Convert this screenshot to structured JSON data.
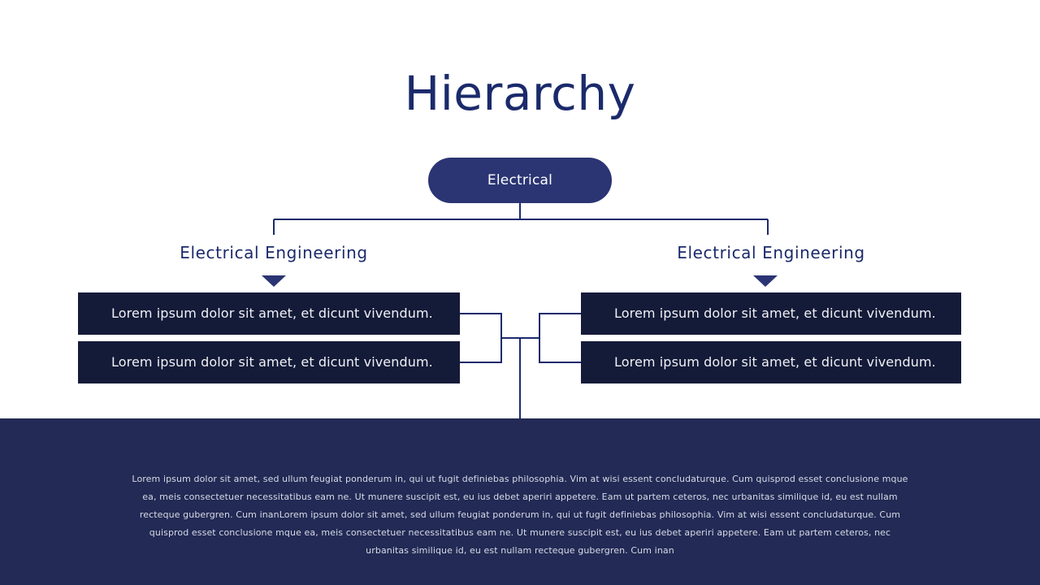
{
  "slide": {
    "title": "Hierarchy",
    "background": "#ffffff",
    "accent_color": "#1b2a6b",
    "node_color": "#2b3573",
    "box_color": "#141b38",
    "footer_color": "#222a55"
  },
  "root": {
    "label": "Electrical"
  },
  "branches": [
    {
      "label": "Electrical Engineering",
      "marker": "triangle-down-icon",
      "items": [
        {
          "text": "Lorem ipsum dolor sit amet, et dicunt vivendum."
        },
        {
          "text": "Lorem ipsum dolor sit amet, et dicunt vivendum."
        }
      ]
    },
    {
      "label": "Electrical Engineering",
      "marker": "triangle-down-icon",
      "items": [
        {
          "text": "Lorem ipsum dolor sit amet, et dicunt vivendum."
        },
        {
          "text": "Lorem ipsum dolor sit amet, et dicunt vivendum."
        }
      ]
    }
  ],
  "footer": {
    "paragraph": "Lorem ipsum dolor sit amet, sed ullum feugiat ponderum in, qui ut fugit definiebas philosophia. Vim at wisi essent concludaturque. Cum quisprod esset conclusione mque ea, meis consectetuer necessitatibus eam ne. Ut munere suscipit est, eu ius debet aperiri appetere. Eam ut partem ceteros, nec urbanitas similique id, eu est nullam recteque gubergren. Cum inanLorem ipsum dolor sit amet, sed ullum feugiat ponderum in, qui ut fugit definiebas philosophia. Vim at wisi essent concludaturque. Cum quisprod esset conclusione mque ea, meis consectetuer necessitatibus eam ne. Ut munere suscipit est, eu ius debet aperiri appetere. Eam ut partem ceteros, nec urbanitas similique id, eu est nullam recteque gubergren. Cum inan"
  }
}
